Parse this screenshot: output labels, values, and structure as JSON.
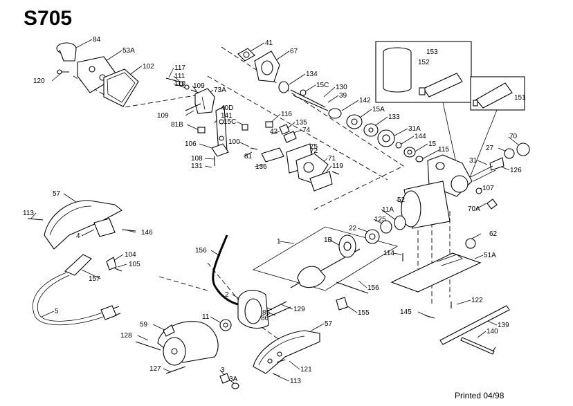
{
  "diagram": {
    "title": "S705",
    "footer": "Printed 04/98",
    "colors": {
      "ink": "#000000",
      "paper": "#ffffff"
    },
    "labels": [
      "84",
      "53A",
      "120",
      "102",
      "117",
      "111",
      "110",
      "109",
      "73A",
      "41",
      "67",
      "134",
      "15C",
      "130",
      "39",
      "153",
      "152",
      "151",
      "142",
      "15A",
      "133",
      "31A",
      "144",
      "15",
      "115",
      "70",
      "27",
      "31",
      "126",
      "107",
      "70A",
      "109",
      "81B",
      "40D",
      "141",
      "116",
      "135",
      "15C",
      "74",
      "42",
      "106",
      "100",
      "81",
      "75",
      "72",
      "71",
      "119",
      "108",
      "131",
      "136",
      "57",
      "113",
      "146",
      "4",
      "104",
      "105",
      "157",
      "5",
      "156",
      "1",
      "1B",
      "125",
      "22",
      "11A",
      "52",
      "62",
      "51A",
      "114",
      "156",
      "2",
      "11",
      "59",
      "128",
      "86",
      "85",
      "129",
      "155",
      "57",
      "127",
      "3",
      "3A",
      "121",
      "113",
      "145",
      "122",
      "139",
      "140"
    ]
  }
}
